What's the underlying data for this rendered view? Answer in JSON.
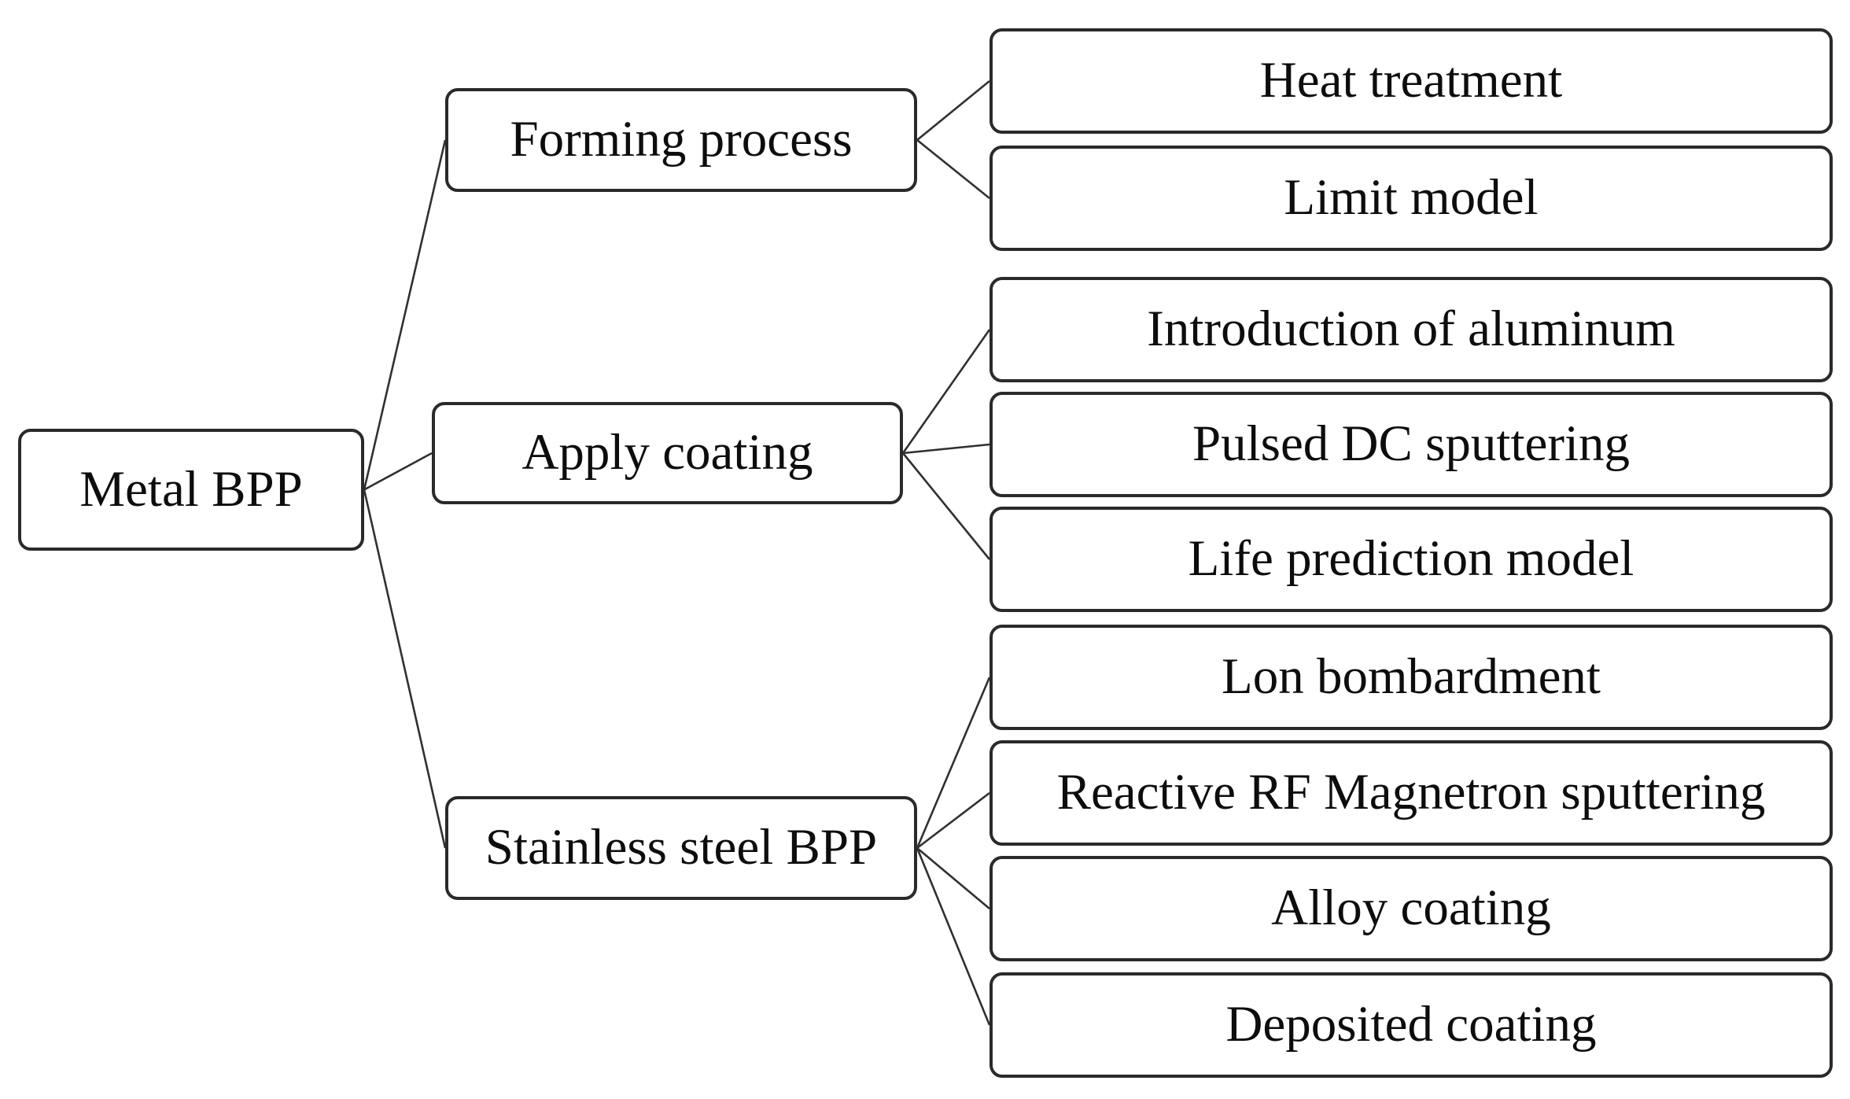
{
  "diagram": {
    "root": {
      "id": "metal-bpp",
      "label": "Metal BPP"
    },
    "branches": [
      {
        "id": "forming-process",
        "label": "Forming process",
        "children": [
          {
            "id": "heat-treatment",
            "label": "Heat treatment"
          },
          {
            "id": "limit-model",
            "label": "Limit model"
          }
        ]
      },
      {
        "id": "apply-coating",
        "label": "Apply coating",
        "children": [
          {
            "id": "introduction-of-aluminum",
            "label": "Introduction of aluminum"
          },
          {
            "id": "pulsed-dc-sputtering",
            "label": "Pulsed DC sputtering"
          },
          {
            "id": "life-prediction-model",
            "label": "Life prediction model"
          }
        ]
      },
      {
        "id": "stainless-steel-bpp",
        "label": "Stainless steel BPP",
        "children": [
          {
            "id": "lon-bombardment",
            "label": "Lon bombardment"
          },
          {
            "id": "reactive-rf-magnetron-sputtering",
            "label": "Reactive RF Magnetron sputtering"
          },
          {
            "id": "alloy-coating",
            "label": "Alloy coating"
          },
          {
            "id": "deposited-coating",
            "label": "Deposited coating"
          }
        ]
      }
    ],
    "edges": [
      [
        "metal-bpp",
        "forming-process"
      ],
      [
        "metal-bpp",
        "apply-coating"
      ],
      [
        "metal-bpp",
        "stainless-steel-bpp"
      ],
      [
        "forming-process",
        "heat-treatment"
      ],
      [
        "forming-process",
        "limit-model"
      ],
      [
        "apply-coating",
        "introduction-of-aluminum"
      ],
      [
        "apply-coating",
        "pulsed-dc-sputtering"
      ],
      [
        "apply-coating",
        "life-prediction-model"
      ],
      [
        "stainless-steel-bpp",
        "lon-bombardment"
      ],
      [
        "stainless-steel-bpp",
        "reactive-rf-magnetron-sputtering"
      ],
      [
        "stainless-steel-bpp",
        "alloy-coating"
      ],
      [
        "stainless-steel-bpp",
        "deposited-coating"
      ]
    ],
    "colors": {
      "box_border": "#2a2a2a",
      "box_fill": "#ffffff",
      "line": "#303030",
      "text": "#0d0d0d",
      "background": "#ffffff"
    }
  }
}
